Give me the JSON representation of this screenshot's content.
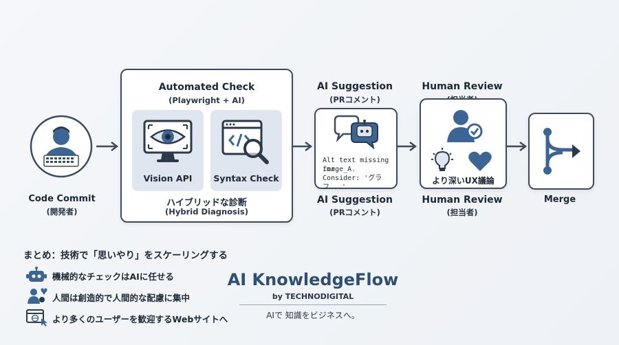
{
  "nodes": {
    "commit": {
      "label": "Code Commit",
      "sub": "(開発者)"
    },
    "automated": {
      "title": "Automated Check",
      "sub": "(Playwright + AI)",
      "vision_label": "Vision API",
      "syntax_label": "Syntax Check",
      "hybrid_title": "ハイブリッドな診断",
      "hybrid_sub": "(Hybrid Diagnosis)"
    },
    "ai": {
      "title": "AI Suggestion",
      "sub": "(PRコメント)",
      "bubble_line1": "Alt text missing for",
      "bubble_line2": "image_A.",
      "bubble_line3": "Consider: 'グラフ...'",
      "bottom_title": "AI Suggestion",
      "bottom_sub": "(PRコメント)"
    },
    "human": {
      "title": "Human Review",
      "sub": "(担当者)",
      "inner_label": "より深いUX議論",
      "bottom_title": "Human Review",
      "bottom_sub": "(担当者)"
    },
    "merge": {
      "label": "Merge"
    }
  },
  "summary": {
    "title": "まとめ：技術で「思いやり」をスケーリングする",
    "items": [
      {
        "icon": "robot-icon",
        "text": "機械的なチェックはAIに任せる"
      },
      {
        "icon": "people-icon",
        "text": "人間は創造的で人間的な配慮に集中"
      },
      {
        "icon": "web-cursor-icon",
        "text": "より多くのユーザーを歓迎するWebサイトへ"
      }
    ]
  },
  "brand": {
    "name": "AI KnowledgeFlow",
    "by": "by TECHNODIGITAL",
    "tagline": "AIで 知識をビジネスへ。"
  },
  "colors": {
    "dark": "#3d4b5c",
    "accent": "#3a6594",
    "panel": "#dfe6ef"
  }
}
